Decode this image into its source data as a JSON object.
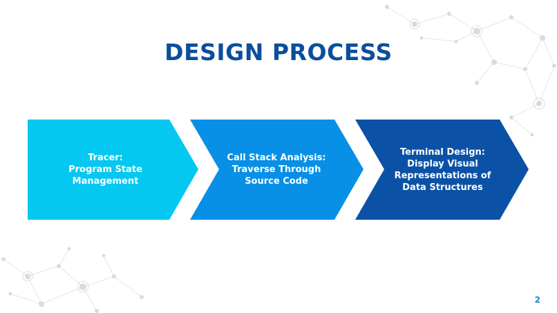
{
  "slide": {
    "title": "DESIGN PROCESS",
    "page_number": "2"
  },
  "steps": [
    {
      "lines": [
        "Tracer:",
        "Program State",
        "Management"
      ],
      "color": "#04c8f0"
    },
    {
      "lines": [
        "Call Stack Analysis:",
        "Traverse Through",
        "Source Code"
      ],
      "color": "#0790e6"
    },
    {
      "lines": [
        "Terminal Design:",
        "Display Visual",
        "Representations of",
        "Data Structures"
      ],
      "color": "#0b52a6"
    }
  ],
  "decoration": {
    "network_color": "#dfe3e6"
  }
}
